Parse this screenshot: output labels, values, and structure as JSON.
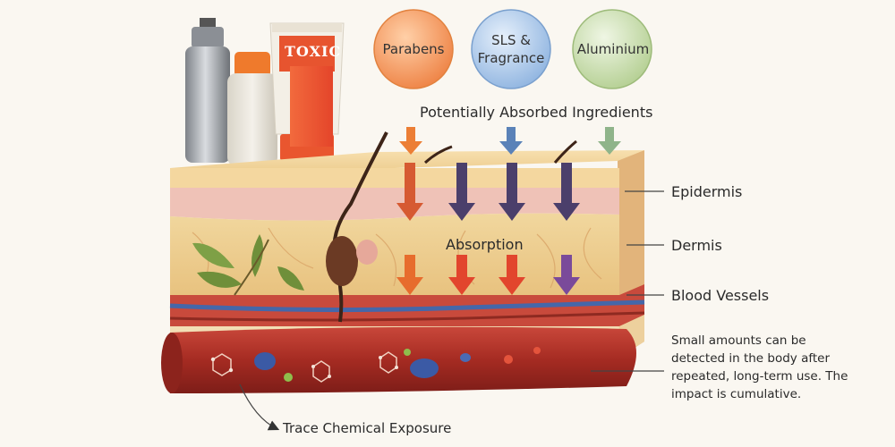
{
  "bubbles": [
    {
      "label": "Parabens",
      "color": "#f08a4b"
    },
    {
      "label": "SLS &\nFragrance",
      "color": "#9fc0e6"
    },
    {
      "label": "Aluminium",
      "color": "#c4d9a6"
    }
  ],
  "headline": "Potentially Absorbed Ingredients",
  "absorption_label": "Absorption",
  "layers": {
    "epidermis": "Epidermis",
    "dermis": "Dermis",
    "blood_vessels": "Blood Vessels"
  },
  "note": "Small amounts can be detected in the body after repeated, long-term use. The impact is cumulative.",
  "trace_label": "Trace Chemical Exposure",
  "product_label": "TOXIC",
  "colors": {
    "skin_top": "#f1d39a",
    "epidermis": "#eebfb5",
    "dermis": "#efcf8f",
    "blood": "#b8362a",
    "vein": "#4567a9"
  }
}
